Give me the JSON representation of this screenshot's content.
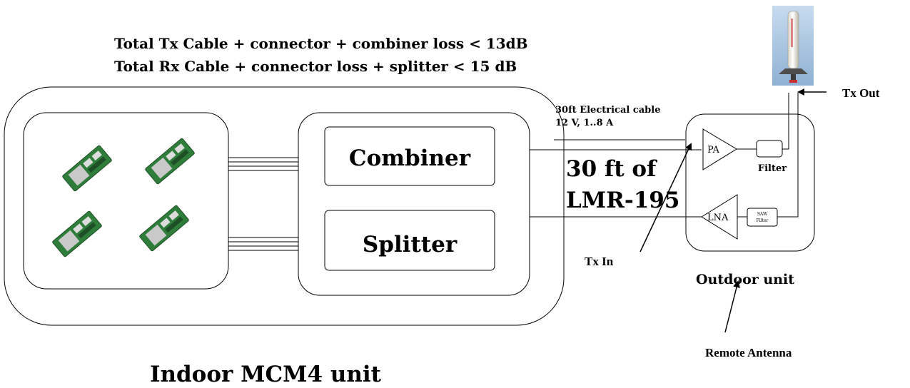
{
  "header": {
    "tx_loss_line": "Total Tx Cable + connector + combiner  loss < 13dB",
    "rx_loss_line": "Total Rx Cable + connector  loss + splitter < 15 dB"
  },
  "indoor": {
    "combiner_label": "Combiner",
    "splitter_label": "Splitter",
    "unit_label": "Indoor MCM4 unit"
  },
  "cable": {
    "electrical_line1": "30ft Electrical cable",
    "electrical_line2": "12 V, 1..8 A",
    "coax_line1": "30  ft of",
    "coax_line2": "LMR-195"
  },
  "outdoor": {
    "pa_label": "PA",
    "lna_label": "LNA",
    "filter_label": "Filter",
    "saw_line1": "SAW",
    "saw_line2": "Filter",
    "unit_label": "Outdoor unit"
  },
  "annotations": {
    "tx_out": "Tx Out",
    "tx_in": "Tx In",
    "remote_antenna": "Remote Antenna"
  },
  "colors": {
    "line": "#000000",
    "board_green": "#2e7d3a",
    "board_dark": "#1f4f27",
    "chip_silver": "#c9c9c9",
    "antenna_sky": "#a9c4df"
  }
}
